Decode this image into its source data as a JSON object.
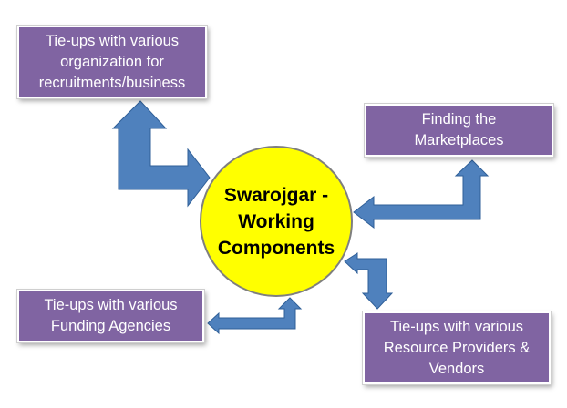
{
  "center": {
    "lines": [
      "Swarojgar -",
      "Working",
      "Components"
    ]
  },
  "boxes": {
    "top_left": [
      "Tie-ups with various",
      "organization for",
      "recruitments/business"
    ],
    "top_right": [
      "Finding the",
      "Marketplaces"
    ],
    "bottom_left": [
      "Tie-ups with various",
      "Funding Agencies"
    ],
    "bottom_right": [
      "Tie-ups with various",
      "Resource Providers &",
      "Vendors"
    ]
  },
  "colors": {
    "box_fill": "#8064a2",
    "center_fill": "#ffff00",
    "arrow_fill": "#4f81bd",
    "arrow_stroke": "#2f5f98"
  }
}
